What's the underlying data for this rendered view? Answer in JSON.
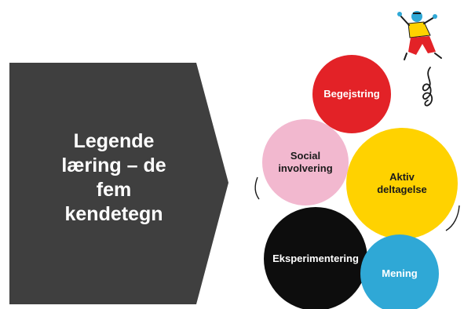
{
  "title": {
    "lines": [
      "Legende",
      "læring – de",
      "fem",
      "kendetegn"
    ]
  },
  "circles": {
    "begejstring": "Begejstring",
    "social": [
      "Social",
      "involvering"
    ],
    "aktiv": [
      "Aktiv",
      "deltagelse"
    ],
    "eksperimentering": "Eksperimentering",
    "mening": "Mening"
  },
  "colors": {
    "banner": "#3f3f3f",
    "red": "#e32227",
    "pink": "#f2b8cf",
    "yellow": "#ffd200",
    "black": "#0d0d0d",
    "blue": "#2fa8d6"
  }
}
